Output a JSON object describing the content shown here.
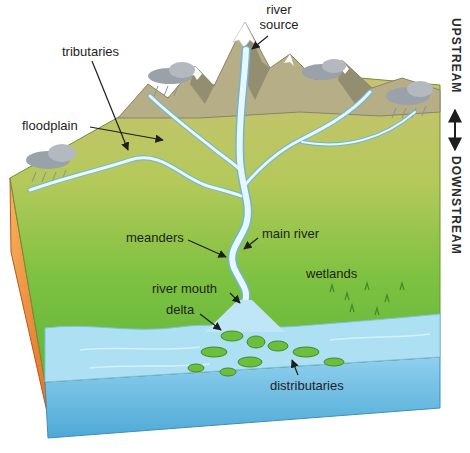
{
  "diagram": {
    "labels": [
      "river source",
      "tributaries",
      "UPSTREAM",
      "floodplain",
      "main river",
      "meanders",
      "DOWNSTREAM",
      "wetlands",
      "river mouth",
      "delta",
      "distributaries"
    ]
  }
}
